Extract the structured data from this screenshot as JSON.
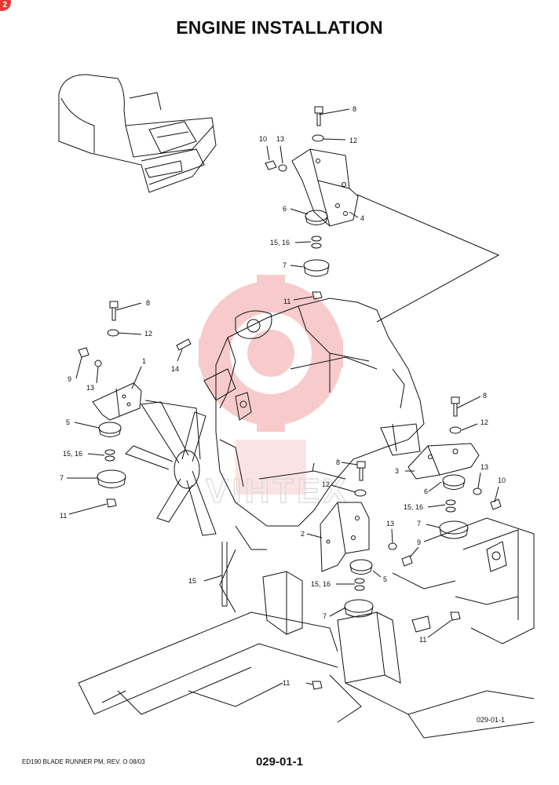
{
  "badge": "2",
  "title": "ENGINE INSTALLATION",
  "footer": {
    "left": "ED190 BLADE RUNNER PM, REV. O 08/03",
    "page_number": "029-01-1"
  },
  "figure_ref": "029-01-1",
  "watermark_text": "VIHTEX",
  "colors": {
    "line": "#111111",
    "watermark": "#f7c6c6",
    "badge": "#e53935"
  },
  "callouts": [
    {
      "label": "8"
    },
    {
      "label": "10"
    },
    {
      "label": "13"
    },
    {
      "label": "12"
    },
    {
      "label": "6"
    },
    {
      "label": "4"
    },
    {
      "label": "15, 16"
    },
    {
      "label": "7"
    },
    {
      "label": "11"
    },
    {
      "label": "8"
    },
    {
      "label": "12"
    },
    {
      "label": "14"
    },
    {
      "label": "9"
    },
    {
      "label": "13"
    },
    {
      "label": "1"
    },
    {
      "label": "5"
    },
    {
      "label": "15, 16"
    },
    {
      "label": "7"
    },
    {
      "label": "11"
    },
    {
      "label": "8"
    },
    {
      "label": "12"
    },
    {
      "label": "3"
    },
    {
      "label": "13"
    },
    {
      "label": "10"
    },
    {
      "label": "6"
    },
    {
      "label": "15, 16"
    },
    {
      "label": "7"
    },
    {
      "label": "8"
    },
    {
      "label": "12"
    },
    {
      "label": "2"
    },
    {
      "label": "13"
    },
    {
      "label": "9"
    },
    {
      "label": "5"
    },
    {
      "label": "15, 16"
    },
    {
      "label": "7"
    },
    {
      "label": "11"
    },
    {
      "label": "15"
    },
    {
      "label": "11"
    }
  ]
}
